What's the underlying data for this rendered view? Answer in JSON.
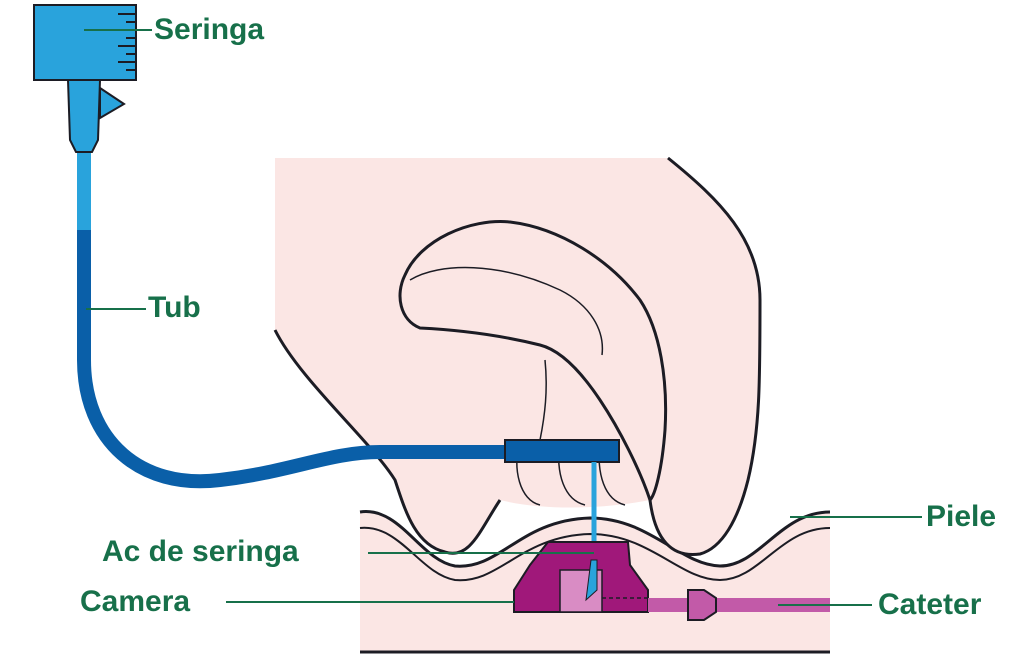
{
  "labels": {
    "syringe": "Seringa",
    "tube": "Tub",
    "needle": "Ac de seringa",
    "chamber": "Camera",
    "skin": "Piele",
    "catheter": "Cateter"
  },
  "colors": {
    "label_text": "#17704a",
    "leader_line": "#17704a",
    "syringe_light_blue": "#29a3dc",
    "tube_dark_blue": "#0a5fa8",
    "skin_tone": "#fbe6e4",
    "outline": "#1c1c24",
    "chamber_magenta": "#a0187a",
    "catheter_pink": "#c25aa8"
  },
  "icons": {
    "syringe": "syringe-icon",
    "hand": "hand-illustration",
    "chamber": "port-chamber-icon",
    "catheter": "catheter-connector-icon"
  }
}
